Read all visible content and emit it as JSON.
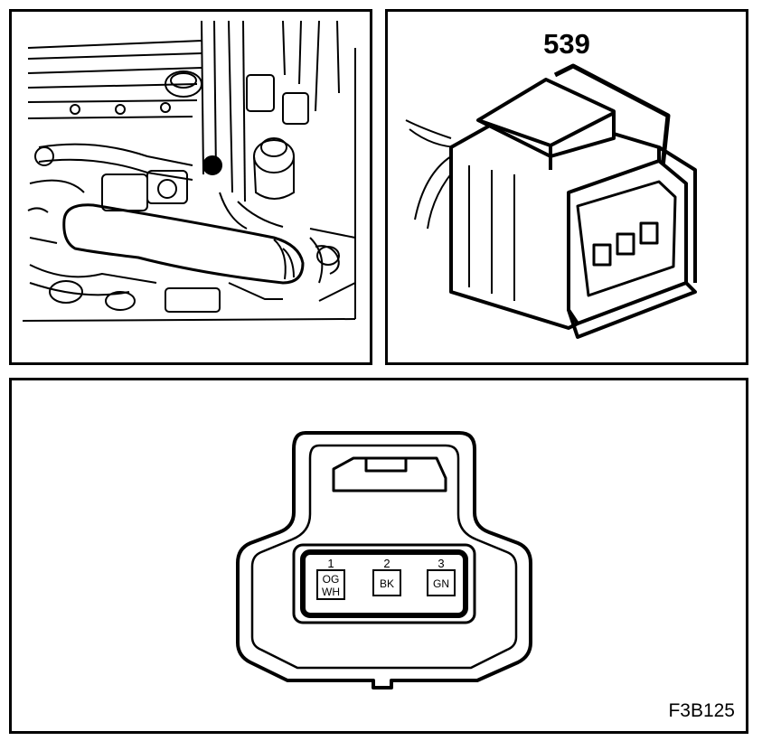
{
  "connector": {
    "number": "539"
  },
  "figure_code": "F3B125",
  "pins": [
    {
      "number": "1",
      "colors": [
        "OG",
        "WH"
      ]
    },
    {
      "number": "2",
      "colors": [
        "BK"
      ]
    },
    {
      "number": "3",
      "colors": [
        "GN"
      ]
    }
  ],
  "icons": {
    "engine_view": "engine-bay-illustration-icon",
    "connector_view": "connector-3d-illustration-icon",
    "pinout_view": "connector-face-pinout-icon"
  }
}
